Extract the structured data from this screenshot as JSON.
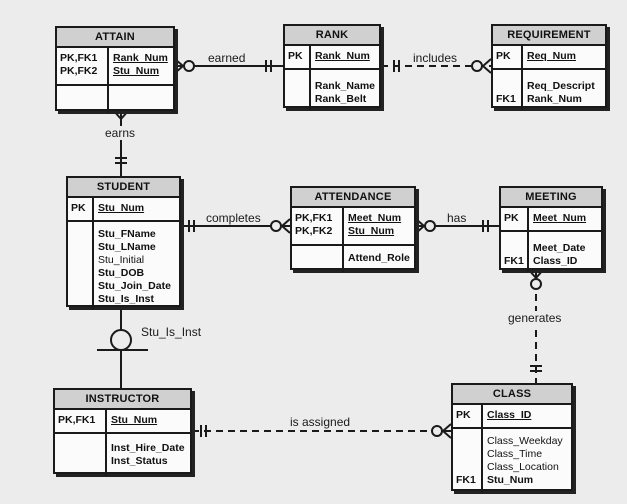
{
  "entities": {
    "attain": {
      "title": "ATTAIN",
      "pk_keys": [
        "PK,FK1",
        "PK,FK2"
      ],
      "pk_attrs": [
        "Rank_Num",
        "Stu_Num"
      ],
      "keys": [],
      "attrs": []
    },
    "rank": {
      "title": "RANK",
      "pk_keys": [
        "PK"
      ],
      "pk_attrs": [
        "Rank_Num"
      ],
      "keys": [],
      "attrs": [
        "Rank_Name",
        "Rank_Belt"
      ]
    },
    "requirement": {
      "title": "REQUIREMENT",
      "pk_keys": [
        "PK"
      ],
      "pk_attrs": [
        "Req_Num"
      ],
      "keys": [
        "",
        "FK1"
      ],
      "attrs": [
        "Req_Descript",
        "Rank_Num"
      ]
    },
    "student": {
      "title": "STUDENT",
      "pk_keys": [
        "PK"
      ],
      "pk_attrs": [
        "Stu_Num"
      ],
      "keys": [],
      "attrs": [
        "Stu_FName",
        "Stu_LName",
        "Stu_Initial",
        "Stu_DOB",
        "Stu_Join_Date",
        "Stu_Is_Inst"
      ]
    },
    "attendance": {
      "title": "ATTENDANCE",
      "pk_keys": [
        "PK,FK1",
        "PK,FK2"
      ],
      "pk_attrs": [
        "Meet_Num",
        "Stu_Num"
      ],
      "keys": [],
      "attrs": [
        "Attend_Role"
      ]
    },
    "meeting": {
      "title": "MEETING",
      "pk_keys": [
        "PK"
      ],
      "pk_attrs": [
        "Meet_Num"
      ],
      "keys": [
        "",
        "FK1"
      ],
      "attrs": [
        "Meet_Date",
        "Class_ID"
      ]
    },
    "instructor": {
      "title": "INSTRUCTOR",
      "pk_keys": [
        "PK,FK1"
      ],
      "pk_attrs": [
        "Stu_Num"
      ],
      "keys": [],
      "attrs": [
        "Inst_Hire_Date",
        "Inst_Status"
      ]
    },
    "class": {
      "title": "CLASS",
      "pk_keys": [
        "PK"
      ],
      "pk_attrs": [
        "Class_ID"
      ],
      "keys": [
        "",
        "",
        "",
        "FK1"
      ],
      "attrs": [
        "Class_Weekday",
        "Class_Time",
        "Class_Location",
        "Stu_Num"
      ]
    }
  },
  "relationships": {
    "earned": "earned",
    "includes": "includes",
    "earns": "earns",
    "completes": "completes",
    "has": "has",
    "generates": "generates",
    "is_assigned": "is assigned",
    "subtype": "Stu_Is_Inst"
  }
}
